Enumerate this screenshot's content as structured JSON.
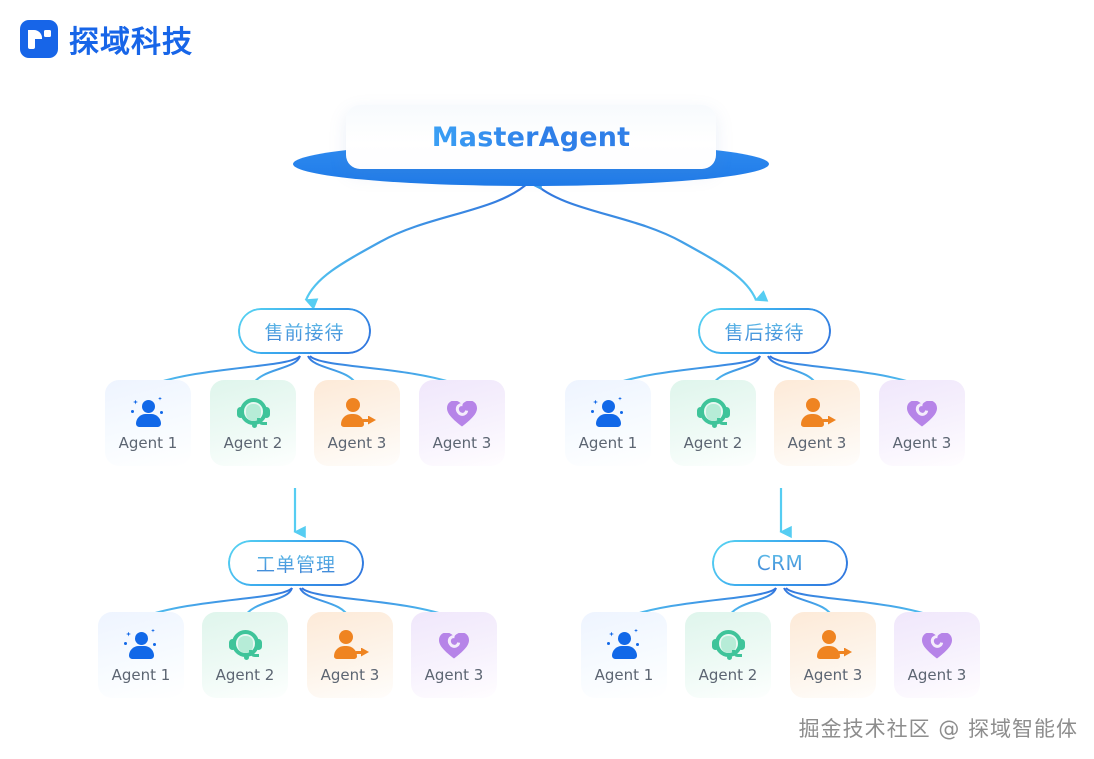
{
  "brand": {
    "logo_icon": "tanyu-logo-icon",
    "name": "探域科技"
  },
  "diagram": {
    "root": {
      "label": "MasterAgent",
      "shape": "rounded-card-on-ellipse",
      "accent": "#2f7fe8"
    },
    "nodes": [
      {
        "id": "presale",
        "label": "售前接待"
      },
      {
        "id": "aftersale",
        "label": "售后接待"
      },
      {
        "id": "ticket",
        "label": "工单管理"
      },
      {
        "id": "crm",
        "label": "CRM"
      }
    ],
    "agent_groups": [
      {
        "parent": "presale",
        "cards": [
          {
            "label": "Agent 1",
            "icon": "user-ai-icon",
            "tint": "blue",
            "color": "#1168e8"
          },
          {
            "label": "Agent 2",
            "icon": "headset-icon",
            "tint": "green",
            "color": "#3fc49a"
          },
          {
            "label": "Agent 3",
            "icon": "transfer-icon",
            "tint": "orange",
            "color": "#ef8421"
          },
          {
            "label": "Agent 3",
            "icon": "heart-care-icon",
            "tint": "purple",
            "color": "#b684e8"
          }
        ]
      },
      {
        "parent": "aftersale",
        "cards": [
          {
            "label": "Agent 1",
            "icon": "user-ai-icon",
            "tint": "blue",
            "color": "#1168e8"
          },
          {
            "label": "Agent 2",
            "icon": "headset-icon",
            "tint": "green",
            "color": "#3fc49a"
          },
          {
            "label": "Agent 3",
            "icon": "transfer-icon",
            "tint": "orange",
            "color": "#ef8421"
          },
          {
            "label": "Agent 3",
            "icon": "heart-care-icon",
            "tint": "purple",
            "color": "#b684e8"
          }
        ]
      },
      {
        "parent": "ticket",
        "cards": [
          {
            "label": "Agent 1",
            "icon": "user-ai-icon",
            "tint": "blue",
            "color": "#1168e8"
          },
          {
            "label": "Agent 2",
            "icon": "headset-icon",
            "tint": "green",
            "color": "#3fc49a"
          },
          {
            "label": "Agent 3",
            "icon": "transfer-icon",
            "tint": "orange",
            "color": "#ef8421"
          },
          {
            "label": "Agent 3",
            "icon": "heart-care-icon",
            "tint": "purple",
            "color": "#b684e8"
          }
        ]
      },
      {
        "parent": "crm",
        "cards": [
          {
            "label": "Agent 1",
            "icon": "user-ai-icon",
            "tint": "blue",
            "color": "#1168e8"
          },
          {
            "label": "Agent 2",
            "icon": "headset-icon",
            "tint": "green",
            "color": "#3fc49a"
          },
          {
            "label": "Agent 3",
            "icon": "transfer-icon",
            "tint": "orange",
            "color": "#ef8421"
          },
          {
            "label": "Agent 3",
            "icon": "heart-care-icon",
            "tint": "purple",
            "color": "#b684e8"
          }
        ]
      }
    ],
    "edge_color_from": "#3fb8ef",
    "edge_color_to": "#2f6fdc"
  },
  "watermark": "掘金技术社区 @ 探域智能体"
}
